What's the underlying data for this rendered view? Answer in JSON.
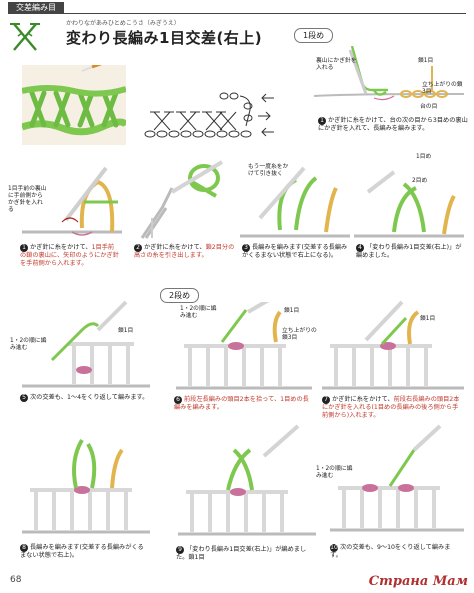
{
  "header": {
    "section_title": "交差編み目"
  },
  "title": {
    "ruby": "かわりながあみひとめこうさ（みぎうえ）",
    "main": "変わり長編み1目交差(右上)"
  },
  "badges": {
    "row1": "1段め",
    "row2": "2段め"
  },
  "step0": {
    "labels": [
      "裏山にかぎ針を入れる",
      "鎖1目",
      "立ち上がりの鎖3目",
      "台の目"
    ],
    "caption": "かぎ針に糸をかけて、台の次の目から3目めの裏山にかぎ針を入れて、長編みを編みます。"
  },
  "steps": [
    {
      "num": "1",
      "labels": [
        "1目手前の裏山に手前側からかぎ針を入れる",
        "もう一度糸をかけて引き抜く"
      ],
      "caption_black": "かぎ針に糸をかけて、",
      "caption_red": "1目手前の鎖の裏山に、矢印のようにかぎ針を手前側から入れます。"
    },
    {
      "num": "2",
      "labels": [],
      "caption_black": "かぎ針に糸をかけて、",
      "caption_red": "鎖2目分の高さの糸を引き出します。"
    },
    {
      "num": "3",
      "labels": [],
      "caption_black": "長編みを編みます(交差する長編みがくるまない状態で右上になる)。",
      "caption_red": ""
    },
    {
      "num": "4",
      "labels": [
        "1目め",
        "2目め"
      ],
      "caption_black": "「変わり長編み1目交差(右上)」が編めました。",
      "caption_red": ""
    },
    {
      "num": "5",
      "labels": [
        "1・2の順に編み進む"
      ],
      "caption_black": "次の交差も、1～4をくり返して編みます。",
      "caption_red": ""
    },
    {
      "num": "6",
      "labels": [
        "1・2の順に編み進む",
        "鎖1目",
        "立ち上がりの鎖3目"
      ],
      "caption_black": "",
      "caption_red": "前段左長編みの頭目2本を拾って、1目めの長編みを編みます。"
    },
    {
      "num": "7",
      "labels": [
        "鎖1目"
      ],
      "caption_black": "かぎ針に糸をかけて、",
      "caption_red": "前段右長編みの頭目2本にかぎ針を入れる(1目めの長編みの後ろ側から手前側から)入れます。"
    },
    {
      "num": "8",
      "labels": [],
      "caption_black": "長編みを編みます(交差する長編みがくるまない状態で右上)。",
      "caption_red": ""
    },
    {
      "num": "9",
      "labels": [],
      "caption_black": "「変わり長編み1目交差(右上)」が編めました。鎖1目",
      "caption_red": ""
    },
    {
      "num": "10",
      "labels": [
        "1・2の順に編み進む"
      ],
      "caption_black": "次の交差も、9～10をくり返して編みます。",
      "caption_red": ""
    }
  ],
  "footer": {
    "page_number": "68",
    "watermark": "Страна Мам"
  },
  "colors": {
    "green": "#7ec850",
    "yellow": "#e7c36a",
    "pink": "#c8719a",
    "grey": "#bbbbbb",
    "red_text": "#c0392b"
  }
}
